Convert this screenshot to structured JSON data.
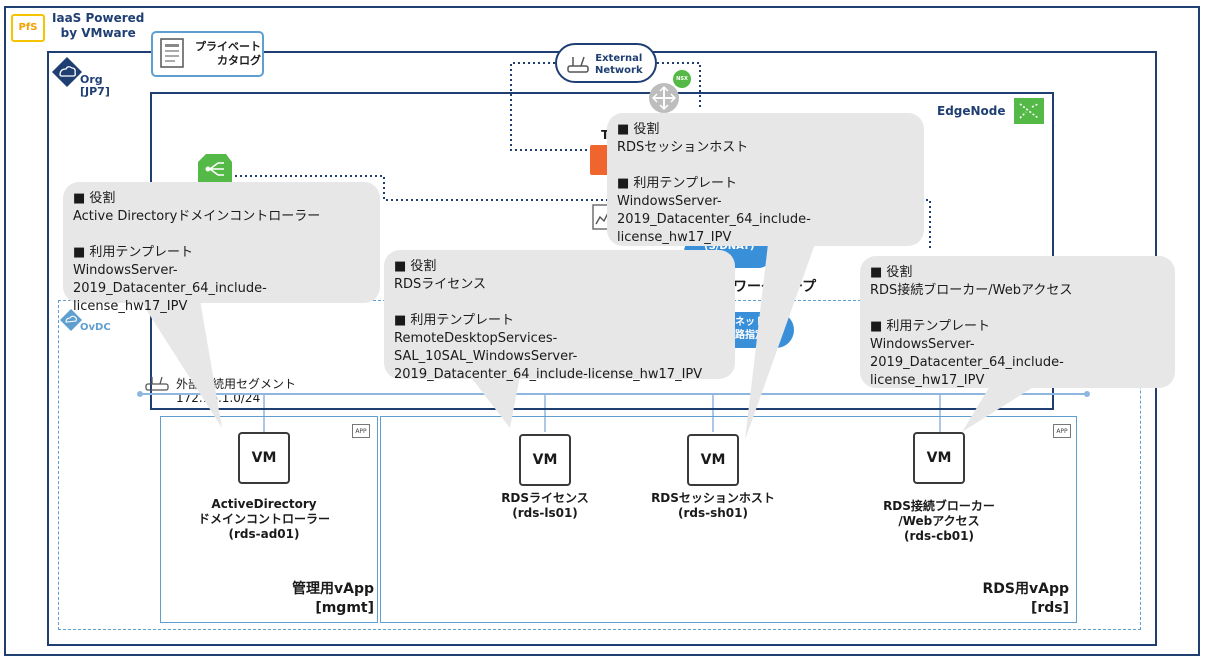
{
  "brand": {
    "logo_text": "PfS",
    "line1": "IaaS Powered",
    "line2": "by VMware"
  },
  "catalog": {
    "line1": "プライベート",
    "line2": "カタログ"
  },
  "external_network": {
    "line1": "External",
    "line2": "Network"
  },
  "nsx_badge": "NSX",
  "org": {
    "line1": "Org",
    "line2": "[JP7]"
  },
  "edge_node": {
    "label": "EdgeNode"
  },
  "ovdc": {
    "label": "OvDC"
  },
  "segment": {
    "name": "外部接続用セグメント",
    "cidr": "172.16.1.0/24"
  },
  "partial_labels": {
    "t": "T",
    "snat": "(S/DNAT)",
    "group": "ワーグループ",
    "net1": "ネットワー",
    "net2": "路指定)"
  },
  "vms": [
    {
      "badge": "VM",
      "name1": "ActiveDirectory",
      "name2": "ドメインコントローラー",
      "name3": "(rds-ad01)"
    },
    {
      "badge": "VM",
      "name1": "RDSライセンス",
      "name2": "(rds-ls01)",
      "name3": ""
    },
    {
      "badge": "VM",
      "name1": "RDSセッションホスト",
      "name2": "(rds-sh01)",
      "name3": ""
    },
    {
      "badge": "VM",
      "name1": "RDS接続ブローカー",
      "name2": "/Webアクセス",
      "name3": "(rds-cb01)"
    }
  ],
  "vapps": [
    {
      "badge": "APP",
      "name": "管理用vApp",
      "id": "[mgmt]"
    },
    {
      "badge": "APP",
      "name": "RDS用vApp",
      "id": "[rds]"
    }
  ],
  "callouts": [
    {
      "role_title": "■ 役割",
      "role": "Active Directoryドメインコントローラー",
      "tpl_title": "■ 利用テンプレート",
      "tpl1": "WindowsServer-2019_Datacenter_64_include-",
      "tpl2": "license_hw17_IPV"
    },
    {
      "role_title": "■ 役割",
      "role": "RDSライセンス",
      "tpl_title": "■ 利用テンプレート",
      "tpl1": "RemoteDesktopServices-SAL_10SAL_WindowsServer-",
      "tpl2": "2019_Datacenter_64_include-license_hw17_IPV"
    },
    {
      "role_title": "■ 役割",
      "role": "RDSセッションホスト",
      "tpl_title": "■ 利用テンプレート",
      "tpl1": "WindowsServer-2019_Datacenter_64_include-",
      "tpl2": "license_hw17_IPV"
    },
    {
      "role_title": "■ 役割",
      "role": "RDS接続ブローカー/Webアクセス",
      "tpl_title": "■ 利用テンプレート",
      "tpl1": "WindowsServer-2019_Datacenter_64_include-",
      "tpl2": "license_hw17_IPV"
    }
  ],
  "colors": {
    "navy": "#1f3f73",
    "light_blue": "#5f9fd0",
    "callout_bg": "#e7e7e7",
    "green": "#55b947",
    "orange": "#f0642d"
  }
}
